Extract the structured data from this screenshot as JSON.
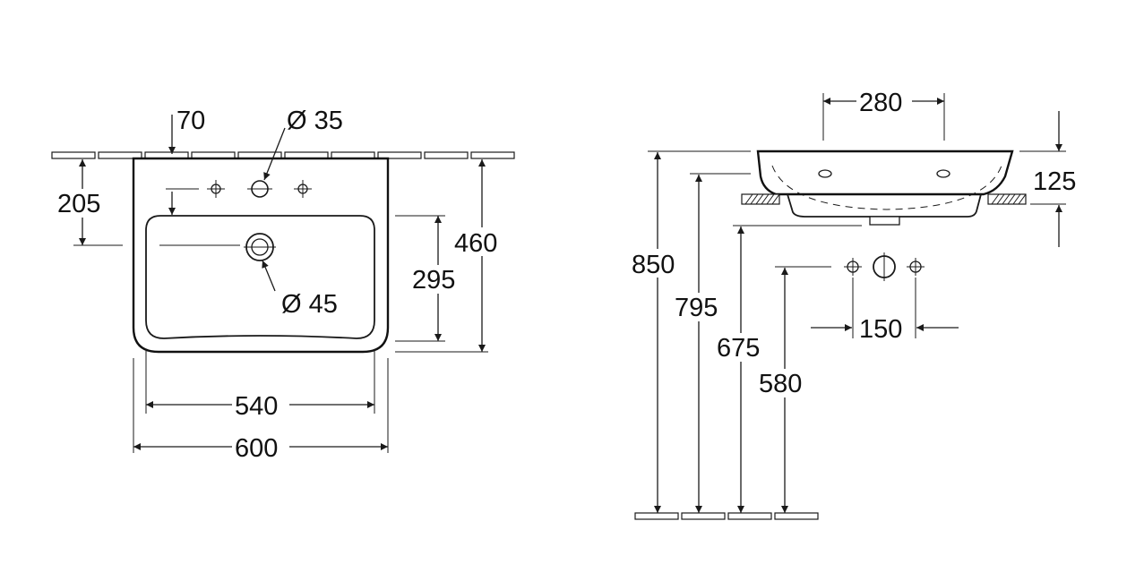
{
  "front_view": {
    "dim_tap_offset": "70",
    "dim_tap_hole": "Ø 35",
    "dim_tap_depth": "205",
    "dim_overall_depth": "460",
    "dim_bowl_depth": "295",
    "dim_waste_hole": "Ø 45",
    "dim_bowl_width": "540",
    "dim_overall_width": "600"
  },
  "side_view": {
    "dim_tap_spacing_top": "280",
    "dim_rim_height": "125",
    "dim_mount_height": "850",
    "dim_underside_height": "795",
    "dim_waste_height": "675",
    "dim_supply_height": "580",
    "dim_supply_spacing": "150"
  },
  "colors": {
    "line": "#1a1a1a",
    "background": "#ffffff"
  }
}
